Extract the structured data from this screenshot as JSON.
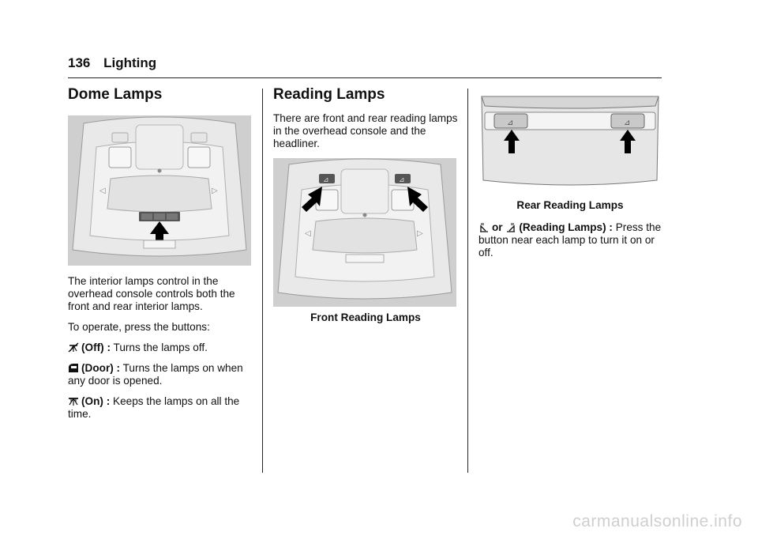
{
  "header": {
    "page_number": "136",
    "section": "Lighting"
  },
  "dome": {
    "title": "Dome Lamps",
    "intro": "The interior lamps control in the overhead console controls both the front and rear interior lamps.",
    "instruction": "To operate, press the buttons:",
    "items": [
      {
        "icon": "lamp-off-icon",
        "term": "(Off) :",
        "desc": "Turns the lamps off."
      },
      {
        "icon": "door-icon",
        "term": "(Door) :",
        "desc": "Turns the lamps on when any door is opened."
      },
      {
        "icon": "lamp-on-icon",
        "term": "(On) :",
        "desc": "Keeps the lamps on all the time."
      }
    ]
  },
  "reading": {
    "title": "Reading Lamps",
    "intro": "There are front and rear reading lamps in the overhead console and the headliner.",
    "front_caption": "Front Reading Lamps",
    "rear_caption": "Rear Reading Lamps",
    "item": {
      "or_text": "or",
      "term": "(Reading Lamps) :",
      "desc": "Press the button near each lamp to turn it on or off."
    }
  },
  "watermark": "carmanualsonline.info"
}
